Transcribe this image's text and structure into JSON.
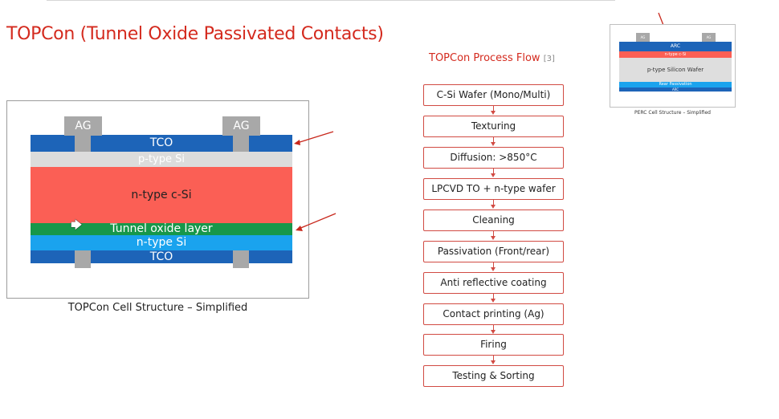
{
  "title": "TOPCon (Tunnel Oxide Passivated Contacts)",
  "topcon_cell": {
    "caption": "TOPCon Cell Structure – Simplified",
    "contact_label": "AG",
    "layers": {
      "tco_top": "TCO",
      "p_type_si": "p-type Si",
      "n_type_csi": "n-type c-Si",
      "tunnel_oxide": "Tunnel oxide layer",
      "n_type_si": "n-type Si",
      "tco_bottom": "TCO"
    }
  },
  "process_flow": {
    "title": "TOPCon Process Flow",
    "reference": "[3]",
    "steps": [
      "C-Si Wafer (Mono/Multi)",
      "Texturing",
      "Diffusion: >850°C",
      "LPCVD TO + n-type wafer",
      "Cleaning",
      "Passivation (Front/rear)",
      "Anti reflective coating",
      "Contact printing (Ag)",
      "Firing",
      "Testing & Sorting"
    ]
  },
  "perc_cell": {
    "caption": "PERC Cell Structure – Simplified",
    "contact_label": "AG",
    "layers": {
      "arc_top": "ARC",
      "n_type_csi": "n-type c-Si",
      "wafer": "p-type Silicon Wafer",
      "rear_passivation": "Rear Passivation",
      "arc_bottom": "ARC"
    }
  },
  "colors": {
    "accent_red": "#d42a1e",
    "tco_blue": "#1d64b8",
    "n_csi_red": "#fb5f55",
    "tunnel_green": "#17974a",
    "n_si_blue": "#1aa3ee",
    "p_si_gray": "#dcdcdc",
    "contact_gray": "#a8a8a8"
  }
}
